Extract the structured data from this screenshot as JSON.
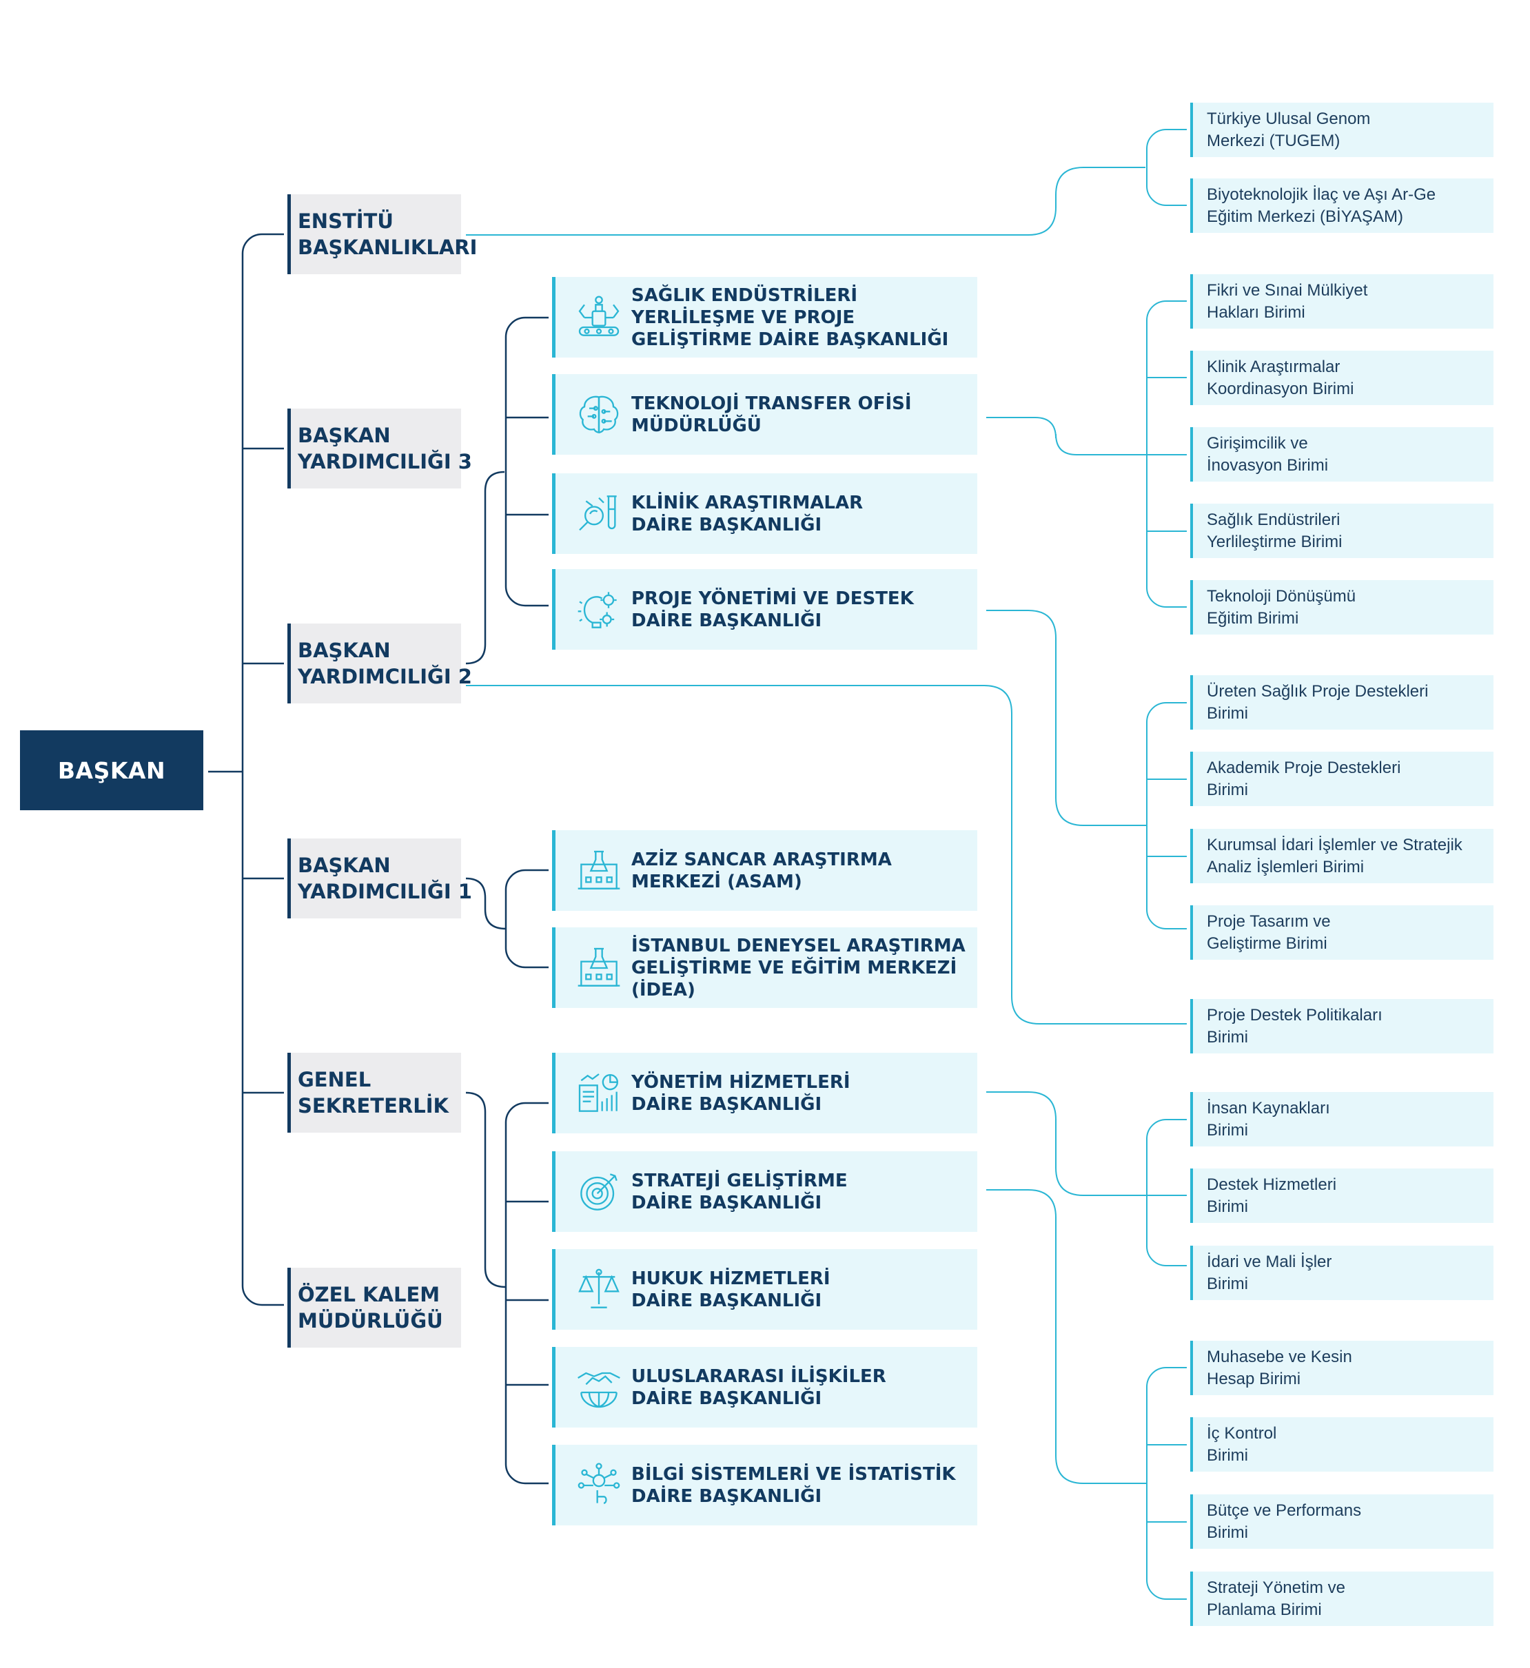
{
  "root": {
    "label": "BAŞKAN"
  },
  "level1": [
    {
      "lines": [
        "ENSTİTÜ",
        "BAŞKANLIKLARI"
      ]
    },
    {
      "lines": [
        "BAŞKAN",
        "YARDIMCILIĞI 3"
      ]
    },
    {
      "lines": [
        "BAŞKAN",
        "YARDIMCILIĞI 2"
      ]
    },
    {
      "lines": [
        "BAŞKAN",
        "YARDIMCILIĞI 1"
      ]
    },
    {
      "lines": [
        "GENEL",
        "SEKRETERLİK"
      ]
    },
    {
      "lines": [
        "ÖZEL KALEM",
        "MÜDÜRLÜĞÜ"
      ]
    }
  ],
  "level2": [
    {
      "icon": "robot-arm-icon",
      "lines": [
        "SAĞLIK ENDÜSTRİLERİ",
        "YERLİLEŞME VE PROJE",
        "GELİŞTİRME DAİRE BAŞKANLIĞI"
      ]
    },
    {
      "icon": "brain-circuit-icon",
      "lines": [
        "TEKNOLOJİ TRANSFER OFİSİ",
        "MÜDÜRLÜĞÜ"
      ]
    },
    {
      "icon": "lab-research-icon",
      "lines": [
        "KLİNİK ARAŞTIRMALAR",
        "DAİRE BAŞKANLIĞI"
      ]
    },
    {
      "icon": "idea-gear-icon",
      "lines": [
        "PROJE YÖNETİMİ VE DESTEK",
        "DAİRE BAŞKANLIĞI"
      ]
    },
    {
      "icon": "research-building-icon",
      "lines": [
        "AZİZ SANCAR ARAŞTIRMA",
        "MERKEZİ (ASAM)"
      ]
    },
    {
      "icon": "research-building-icon",
      "lines": [
        "İSTANBUL DENEYSEL ARAŞTIRMA",
        "GELİŞTİRME VE EĞİTİM MERKEZİ",
        "(İDEA)"
      ]
    },
    {
      "icon": "management-chart-icon",
      "lines": [
        "YÖNETİM HİZMETLERİ",
        "DAİRE BAŞKANLIĞI"
      ]
    },
    {
      "icon": "target-icon",
      "lines": [
        "STRATEJİ GELİŞTİRME",
        "DAİRE BAŞKANLIĞI"
      ]
    },
    {
      "icon": "scales-icon",
      "lines": [
        "HUKUK HİZMETLERİ",
        "DAİRE BAŞKANLIĞI"
      ]
    },
    {
      "icon": "handshake-globe-icon",
      "lines": [
        "ULUSLARARASI İLİŞKİLER",
        "DAİRE BAŞKANLIĞI"
      ]
    },
    {
      "icon": "network-hand-icon",
      "lines": [
        "BİLGİ SİSTEMLERİ VE İSTATİSTİK",
        "DAİRE BAŞKANLIĞI"
      ]
    }
  ],
  "level3": [
    {
      "lines": [
        "Türkiye Ulusal Genom",
        "Merkezi (TUGEM)"
      ]
    },
    {
      "lines": [
        "Biyoteknolojik İlaç ve Aşı Ar-Ge",
        "Eğitim Merkezi (BİYAŞAM)"
      ]
    },
    {
      "lines": [
        "Fikri ve Sınai Mülkiyet",
        "Hakları Birimi"
      ]
    },
    {
      "lines": [
        "Klinik Araştırmalar",
        "Koordinasyon Birimi"
      ]
    },
    {
      "lines": [
        "Girişimcilik ve",
        "İnovasyon Birimi"
      ]
    },
    {
      "lines": [
        "Sağlık Endüstrileri",
        "Yerlileştirme Birimi"
      ]
    },
    {
      "lines": [
        "Teknoloji Dönüşümü",
        "Eğitim Birimi"
      ]
    },
    {
      "lines": [
        "Üreten Sağlık Proje Destekleri",
        "Birimi"
      ]
    },
    {
      "lines": [
        "Akademik Proje Destekleri",
        "Birimi"
      ]
    },
    {
      "lines": [
        "Kurumsal İdari İşlemler ve Stratejik",
        "Analiz İşlemleri Birimi"
      ]
    },
    {
      "lines": [
        "Proje Tasarım ve",
        "Geliştirme Birimi"
      ]
    },
    {
      "lines": [
        "Proje Destek Politikaları",
        "Birimi"
      ]
    },
    {
      "lines": [
        "İnsan Kaynakları",
        "Birimi"
      ]
    },
    {
      "lines": [
        "Destek Hizmetleri",
        "Birimi"
      ]
    },
    {
      "lines": [
        "İdari ve Mali İşler",
        "Birimi"
      ]
    },
    {
      "lines": [
        "Muhasebe ve Kesin",
        "Hesap Birimi"
      ]
    },
    {
      "lines": [
        "İç Kontrol",
        "Birimi"
      ]
    },
    {
      "lines": [
        "Bütçe ve Performans",
        "Birimi"
      ]
    },
    {
      "lines": [
        "Strateji Yönetim ve",
        "Planlama Birimi"
      ]
    }
  ],
  "colors": {
    "navy": "#123a60",
    "teal": "#2ab6d4",
    "light_gray": "#ececee",
    "light_teal": "#e6f7fb"
  }
}
